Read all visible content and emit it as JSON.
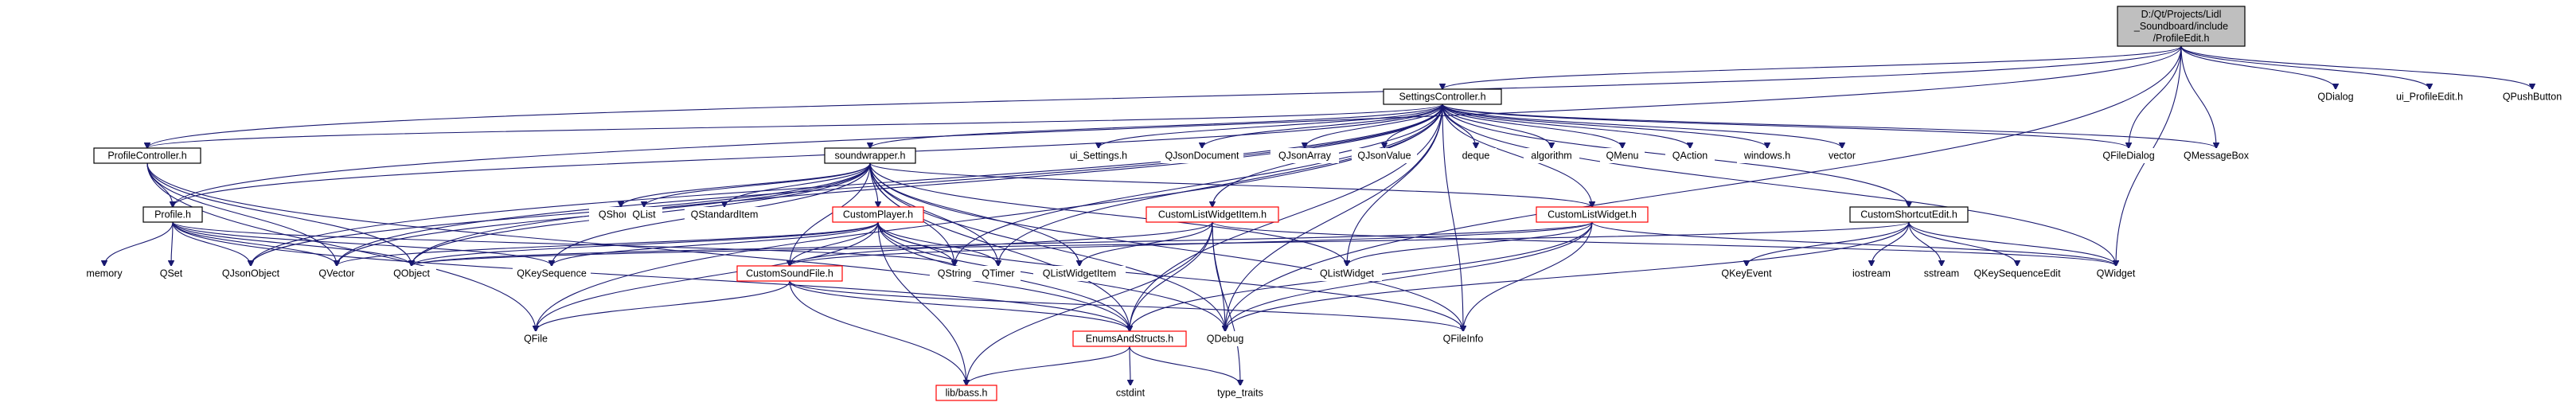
{
  "colors": {
    "edge": "#191970",
    "root_fill": "#bfbfbf",
    "root_border": "#000000",
    "documented_border": "#000000",
    "missing_border": "#ff0000",
    "node_fill": "#ffffff"
  },
  "nodes": [
    {
      "id": "root",
      "lines": [
        "D:/Qt/Projects/Lidl",
        "_Soundboard/include",
        "/ProfileEdit.h"
      ],
      "kind": "root"
    },
    {
      "id": "settingscontroller",
      "lines": [
        "SettingsController.h"
      ],
      "kind": "documented"
    },
    {
      "id": "qdialog",
      "lines": [
        "QDialog"
      ],
      "kind": "external"
    },
    {
      "id": "ui_profileedit",
      "lines": [
        "ui_ProfileEdit.h"
      ],
      "kind": "external"
    },
    {
      "id": "qpushbutton",
      "lines": [
        "QPushButton"
      ],
      "kind": "external"
    },
    {
      "id": "profilecontroller",
      "lines": [
        "ProfileController.h"
      ],
      "kind": "documented"
    },
    {
      "id": "soundwrapper",
      "lines": [
        "soundwrapper.h"
      ],
      "kind": "documented"
    },
    {
      "id": "ui_settings",
      "lines": [
        "ui_Settings.h"
      ],
      "kind": "external"
    },
    {
      "id": "qjsondocument",
      "lines": [
        "QJsonDocument"
      ],
      "kind": "external"
    },
    {
      "id": "qjsonarray",
      "lines": [
        "QJsonArray"
      ],
      "kind": "external"
    },
    {
      "id": "qjsonvalue",
      "lines": [
        "QJsonValue"
      ],
      "kind": "external"
    },
    {
      "id": "deque",
      "lines": [
        "deque"
      ],
      "kind": "external"
    },
    {
      "id": "algorithm",
      "lines": [
        "algorithm"
      ],
      "kind": "external"
    },
    {
      "id": "qmenu",
      "lines": [
        "QMenu"
      ],
      "kind": "external"
    },
    {
      "id": "qaction",
      "lines": [
        "QAction"
      ],
      "kind": "external"
    },
    {
      "id": "windows",
      "lines": [
        "windows.h"
      ],
      "kind": "external"
    },
    {
      "id": "vector",
      "lines": [
        "vector"
      ],
      "kind": "external"
    },
    {
      "id": "qfiledialog",
      "lines": [
        "QFileDialog"
      ],
      "kind": "external"
    },
    {
      "id": "qmessagebox",
      "lines": [
        "QMessageBox"
      ],
      "kind": "external"
    },
    {
      "id": "profile",
      "lines": [
        "Profile.h"
      ],
      "kind": "documented"
    },
    {
      "id": "qshortcut",
      "lines": [
        "QShortcut"
      ],
      "kind": "external"
    },
    {
      "id": "qlist",
      "lines": [
        "QList"
      ],
      "kind": "external"
    },
    {
      "id": "qstandarditem",
      "lines": [
        "QStandardItem"
      ],
      "kind": "external"
    },
    {
      "id": "customplayer",
      "lines": [
        "CustomPlayer.h"
      ],
      "kind": "missing"
    },
    {
      "id": "customlistwidgetitem",
      "lines": [
        "CustomListWidgetItem.h"
      ],
      "kind": "missing"
    },
    {
      "id": "customlistwidget",
      "lines": [
        "CustomListWidget.h"
      ],
      "kind": "missing"
    },
    {
      "id": "customshortcutedit",
      "lines": [
        "CustomShortcutEdit.h"
      ],
      "kind": "documented"
    },
    {
      "id": "memory",
      "lines": [
        "memory"
      ],
      "kind": "external"
    },
    {
      "id": "qset",
      "lines": [
        "QSet"
      ],
      "kind": "external"
    },
    {
      "id": "qjsonobject",
      "lines": [
        "QJsonObject"
      ],
      "kind": "external"
    },
    {
      "id": "qvector",
      "lines": [
        "QVector"
      ],
      "kind": "external"
    },
    {
      "id": "qobject",
      "lines": [
        "QObject"
      ],
      "kind": "external"
    },
    {
      "id": "qkeysequence",
      "lines": [
        "QKeySequence"
      ],
      "kind": "external"
    },
    {
      "id": "qstring",
      "lines": [
        "QString"
      ],
      "kind": "external"
    },
    {
      "id": "qtimer",
      "lines": [
        "QTimer"
      ],
      "kind": "external"
    },
    {
      "id": "qlistwidgetitem",
      "lines": [
        "QListWidgetItem"
      ],
      "kind": "external"
    },
    {
      "id": "qlistwidget",
      "lines": [
        "QListWidget"
      ],
      "kind": "external"
    },
    {
      "id": "qkeyevent",
      "lines": [
        "QKeyEvent"
      ],
      "kind": "external"
    },
    {
      "id": "iostream",
      "lines": [
        "iostream"
      ],
      "kind": "external"
    },
    {
      "id": "sstream",
      "lines": [
        "sstream"
      ],
      "kind": "external"
    },
    {
      "id": "qkeysequenceedit",
      "lines": [
        "QKeySequenceEdit"
      ],
      "kind": "external"
    },
    {
      "id": "qwidget",
      "lines": [
        "QWidget"
      ],
      "kind": "external"
    },
    {
      "id": "customsoundfile",
      "lines": [
        "CustomSoundFile.h"
      ],
      "kind": "missing"
    },
    {
      "id": "qfile",
      "lines": [
        "QFile"
      ],
      "kind": "external"
    },
    {
      "id": "enumsandstructs",
      "lines": [
        "EnumsAndStructs.h"
      ],
      "kind": "missing"
    },
    {
      "id": "qdebug",
      "lines": [
        "QDebug"
      ],
      "kind": "external"
    },
    {
      "id": "qfileinfo",
      "lines": [
        "QFileInfo"
      ],
      "kind": "external"
    },
    {
      "id": "libbass",
      "lines": [
        "lib/bass.h"
      ],
      "kind": "missing"
    },
    {
      "id": "cstdint",
      "lines": [
        "cstdint"
      ],
      "kind": "external"
    },
    {
      "id": "type_traits",
      "lines": [
        "type_traits"
      ],
      "kind": "external"
    }
  ],
  "edges": [
    [
      "root",
      "settingscontroller"
    ],
    [
      "root",
      "qdialog"
    ],
    [
      "root",
      "ui_profileedit"
    ],
    [
      "root",
      "qpushbutton"
    ],
    [
      "root",
      "profilecontroller"
    ],
    [
      "root",
      "profile"
    ],
    [
      "root",
      "qfiledialog"
    ],
    [
      "root",
      "qmessagebox"
    ],
    [
      "root",
      "qwidget"
    ],
    [
      "root",
      "qdebug"
    ],
    [
      "settingscontroller",
      "profilecontroller"
    ],
    [
      "settingscontroller",
      "soundwrapper"
    ],
    [
      "settingscontroller",
      "ui_settings"
    ],
    [
      "settingscontroller",
      "qjsondocument"
    ],
    [
      "settingscontroller",
      "qjsonarray"
    ],
    [
      "settingscontroller",
      "qjsonvalue"
    ],
    [
      "settingscontroller",
      "deque"
    ],
    [
      "settingscontroller",
      "algorithm"
    ],
    [
      "settingscontroller",
      "qmenu"
    ],
    [
      "settingscontroller",
      "qaction"
    ],
    [
      "settingscontroller",
      "windows"
    ],
    [
      "settingscontroller",
      "vector"
    ],
    [
      "settingscontroller",
      "qfiledialog"
    ],
    [
      "settingscontroller",
      "qmessagebox"
    ],
    [
      "settingscontroller",
      "profile"
    ],
    [
      "settingscontroller",
      "customlistwidgetitem"
    ],
    [
      "settingscontroller",
      "customlistwidget"
    ],
    [
      "settingscontroller",
      "customshortcutedit"
    ],
    [
      "settingscontroller",
      "qjsonobject"
    ],
    [
      "settingscontroller",
      "qvector"
    ],
    [
      "settingscontroller",
      "qobject"
    ],
    [
      "settingscontroller",
      "qstring"
    ],
    [
      "settingscontroller",
      "qtimer"
    ],
    [
      "settingscontroller",
      "qlistwidget"
    ],
    [
      "settingscontroller",
      "qwidget"
    ],
    [
      "settingscontroller",
      "qfile"
    ],
    [
      "settingscontroller",
      "qdebug"
    ],
    [
      "settingscontroller",
      "qfileinfo"
    ],
    [
      "settingscontroller",
      "enumsandstructs"
    ],
    [
      "profilecontroller",
      "profile"
    ],
    [
      "profilecontroller",
      "qobject"
    ],
    [
      "profilecontroller",
      "qvector"
    ],
    [
      "profilecontroller",
      "qfile"
    ],
    [
      "profilecontroller",
      "enumsandstructs"
    ],
    [
      "soundwrapper",
      "qshortcut"
    ],
    [
      "soundwrapper",
      "qlist"
    ],
    [
      "soundwrapper",
      "qstandarditem"
    ],
    [
      "soundwrapper",
      "customplayer"
    ],
    [
      "soundwrapper",
      "customlistwidget"
    ],
    [
      "soundwrapper",
      "qvector"
    ],
    [
      "soundwrapper",
      "qobject"
    ],
    [
      "soundwrapper",
      "qkeysequence"
    ],
    [
      "soundwrapper",
      "qstring"
    ],
    [
      "soundwrapper",
      "qtimer"
    ],
    [
      "soundwrapper",
      "qlistwidgetitem"
    ],
    [
      "soundwrapper",
      "qlistwidget"
    ],
    [
      "soundwrapper",
      "qjsonobject"
    ],
    [
      "soundwrapper",
      "qfileinfo"
    ],
    [
      "soundwrapper",
      "enumsandstructs"
    ],
    [
      "soundwrapper",
      "qdebug"
    ],
    [
      "soundwrapper",
      "customsoundfile"
    ],
    [
      "profile",
      "memory"
    ],
    [
      "profile",
      "qset"
    ],
    [
      "profile",
      "qjsonobject"
    ],
    [
      "profile",
      "qvector"
    ],
    [
      "profile",
      "qobject"
    ],
    [
      "profile",
      "qkeysequence"
    ],
    [
      "profile",
      "qstring"
    ],
    [
      "profile",
      "enumsandstructs"
    ],
    [
      "customplayer",
      "customsoundfile"
    ],
    [
      "customplayer",
      "qobject"
    ],
    [
      "customplayer",
      "qvector"
    ],
    [
      "customplayer",
      "qkeysequence"
    ],
    [
      "customplayer",
      "qstring"
    ],
    [
      "customplayer",
      "qtimer"
    ],
    [
      "customplayer",
      "qfile"
    ],
    [
      "customplayer",
      "enumsandstructs"
    ],
    [
      "customplayer",
      "libbass"
    ],
    [
      "customplayer",
      "qdebug"
    ],
    [
      "customplayer",
      "qfileinfo"
    ],
    [
      "customlistwidgetitem",
      "customsoundfile"
    ],
    [
      "customlistwidgetitem",
      "qlistwidgetitem"
    ],
    [
      "customlistwidgetitem",
      "qwidget"
    ],
    [
      "customlistwidgetitem",
      "enumsandstructs"
    ],
    [
      "customlistwidgetitem",
      "qdebug"
    ],
    [
      "customlistwidgetitem",
      "libbass"
    ],
    [
      "customlistwidgetitem",
      "type_traits"
    ],
    [
      "customlistwidget",
      "customsoundfile"
    ],
    [
      "customlistwidget",
      "qobject"
    ],
    [
      "customlistwidget",
      "qlistwidget"
    ],
    [
      "customlistwidget",
      "qwidget"
    ],
    [
      "customlistwidget",
      "enumsandstructs"
    ],
    [
      "customlistwidget",
      "qdebug"
    ],
    [
      "customlistwidget",
      "qfileinfo"
    ],
    [
      "customshortcutedit",
      "qkeyevent"
    ],
    [
      "customshortcutedit",
      "iostream"
    ],
    [
      "customshortcutedit",
      "sstream"
    ],
    [
      "customshortcutedit",
      "qkeysequenceedit"
    ],
    [
      "customshortcutedit",
      "qwidget"
    ],
    [
      "customshortcutedit",
      "qdebug"
    ],
    [
      "customshortcutedit",
      "qobject"
    ],
    [
      "customsoundfile",
      "qfile"
    ],
    [
      "customsoundfile",
      "enumsandstructs"
    ],
    [
      "customsoundfile",
      "libbass"
    ],
    [
      "customsoundfile",
      "qfileinfo"
    ],
    [
      "enumsandstructs",
      "libbass"
    ],
    [
      "enumsandstructs",
      "cstdint"
    ],
    [
      "enumsandstructs",
      "type_traits"
    ]
  ]
}
